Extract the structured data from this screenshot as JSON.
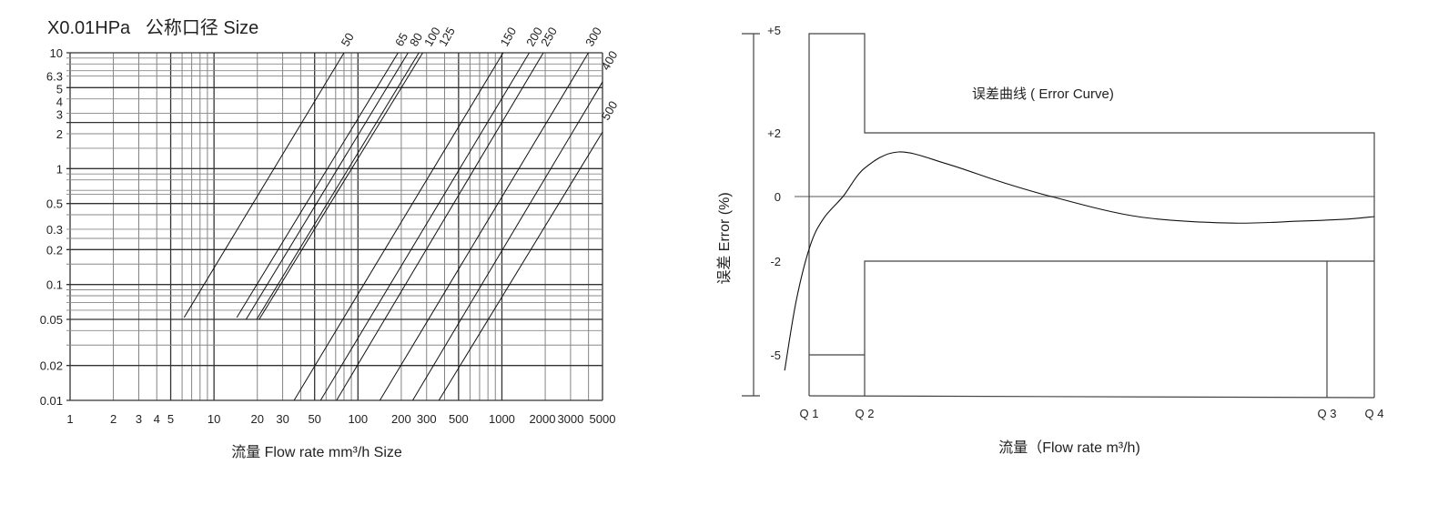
{
  "chart_data": [
    {
      "type": "line",
      "title": "X0.01HPa   公称口径 Size",
      "xlabel": "流量 Flow rate mm³/h Size",
      "ylabel": "X0.01HPa",
      "xscale": "log",
      "yscale": "log",
      "xlim": [
        1,
        5000
      ],
      "ylim": [
        0.01,
        10
      ],
      "grid": true,
      "x_ticks": [
        {
          "v": 1,
          "label": "1"
        },
        {
          "v": 2,
          "label": "2"
        },
        {
          "v": 3,
          "label": "3"
        },
        {
          "v": 4,
          "label": "4"
        },
        {
          "v": 5,
          "label": "5"
        },
        {
          "v": 10,
          "label": "10"
        },
        {
          "v": 20,
          "label": "20"
        },
        {
          "v": 30,
          "label": "30"
        },
        {
          "v": 50,
          "label": "50"
        },
        {
          "v": 100,
          "label": "100"
        },
        {
          "v": 200,
          "label": "200"
        },
        {
          "v": 300,
          "label": "300"
        },
        {
          "v": 500,
          "label": "500"
        },
        {
          "v": 1000,
          "label": "1000"
        },
        {
          "v": 2000,
          "label": "2000"
        },
        {
          "v": 3000,
          "label": "3000"
        },
        {
          "v": 5000,
          "label": "5000"
        }
      ],
      "y_ticks": [
        {
          "v": 10,
          "label": "10"
        },
        {
          "v": 6.3,
          "label": "6.3"
        },
        {
          "v": 5,
          "label": "5"
        },
        {
          "v": 4,
          "label": "4"
        },
        {
          "v": 3,
          "label": "3"
        },
        {
          "v": 2,
          "label": "2"
        },
        {
          "v": 1,
          "label": "1"
        },
        {
          "v": 0.5,
          "label": "0.5"
        },
        {
          "v": 0.3,
          "label": "0.3"
        },
        {
          "v": 0.2,
          "label": "0.2"
        },
        {
          "v": 0.1,
          "label": "0.1"
        },
        {
          "v": 0.05,
          "label": "0.05"
        },
        {
          "v": 0.02,
          "label": "0.02"
        },
        {
          "v": 0.01,
          "label": "0.01"
        }
      ],
      "series": [
        {
          "name": "50",
          "points": [
            [
              6.2,
              0.052
            ],
            [
              80,
              10
            ]
          ]
        },
        {
          "name": "65",
          "points": [
            [
              14.4,
              0.052
            ],
            [
              190,
              10
            ]
          ]
        },
        {
          "name": "80",
          "points": [
            [
              16.7,
              0.05
            ],
            [
              223,
              10
            ]
          ]
        },
        {
          "name": "100",
          "points": [
            [
              19.8,
              0.05
            ],
            [
              265,
              10
            ]
          ]
        },
        {
          "name": "125",
          "points": [
            [
              20.6,
              0.05
            ],
            [
              282,
              10
            ]
          ]
        },
        {
          "name": "150",
          "points": [
            [
              36,
              0.01
            ],
            [
              1020,
              10
            ]
          ]
        },
        {
          "name": "200",
          "points": [
            [
              55,
              0.01
            ],
            [
              1550,
              10
            ]
          ]
        },
        {
          "name": "250",
          "points": [
            [
              71,
              0.01
            ],
            [
              1940,
              10
            ]
          ]
        },
        {
          "name": "300",
          "points": [
            [
              142,
              0.01
            ],
            [
              3990,
              10
            ]
          ]
        },
        {
          "name": "400",
          "points": [
            [
              240,
              0.01
            ],
            [
              5000,
              5.6
            ]
          ]
        },
        {
          "name": "500",
          "points": [
            [
              365,
              0.01
            ],
            [
              5000,
              2.07
            ]
          ]
        }
      ]
    },
    {
      "type": "line",
      "title": "误差曲线 ( Error Curve)",
      "xlabel": "流量（Flow rate m³/h)",
      "ylabel": "误差 Error (%)",
      "x_ticks": [
        {
          "v": 1,
          "label": "Q 1"
        },
        {
          "v": 2,
          "label": "Q 2"
        },
        {
          "v": 3,
          "label": "Q 3"
        },
        {
          "v": 4,
          "label": "Q 4"
        }
      ],
      "y_ticks": [
        {
          "v": 5,
          "label": "+5"
        },
        {
          "v": 2,
          "label": "+2"
        },
        {
          "v": 0,
          "label": "0"
        },
        {
          "v": -2,
          "label": "-2"
        },
        {
          "v": -5,
          "label": "-5"
        }
      ],
      "ylim": [
        -6.3,
        5
      ],
      "error_limits": {
        "upper": [
          {
            "from": 1,
            "to": 2,
            "value": 5
          },
          {
            "from": 2,
            "to": 4,
            "value": 2
          }
        ],
        "lower": [
          {
            "from": 1,
            "to": 2,
            "value": -5
          },
          {
            "from": 2,
            "to": 4,
            "value": -2
          }
        ]
      },
      "series": [
        {
          "name": "Error Curve",
          "points": [
            [
              0.56,
              -5.5
            ],
            [
              0.77,
              -3.25
            ],
            [
              1.02,
              -1.52
            ],
            [
              1.26,
              -0.68
            ],
            [
              1.61,
              0
            ],
            [
              2.0,
              0.89
            ],
            [
              2.073,
              1.4
            ],
            [
              2.177,
              1.03
            ],
            [
              2.295,
              0.46
            ],
            [
              2.404,
              0
            ],
            [
              2.59,
              -0.62
            ],
            [
              2.787,
              -0.82
            ],
            [
              2.945,
              -0.76
            ],
            [
              3.42,
              -0.7
            ],
            [
              4.0,
              -0.62
            ]
          ]
        }
      ]
    }
  ]
}
